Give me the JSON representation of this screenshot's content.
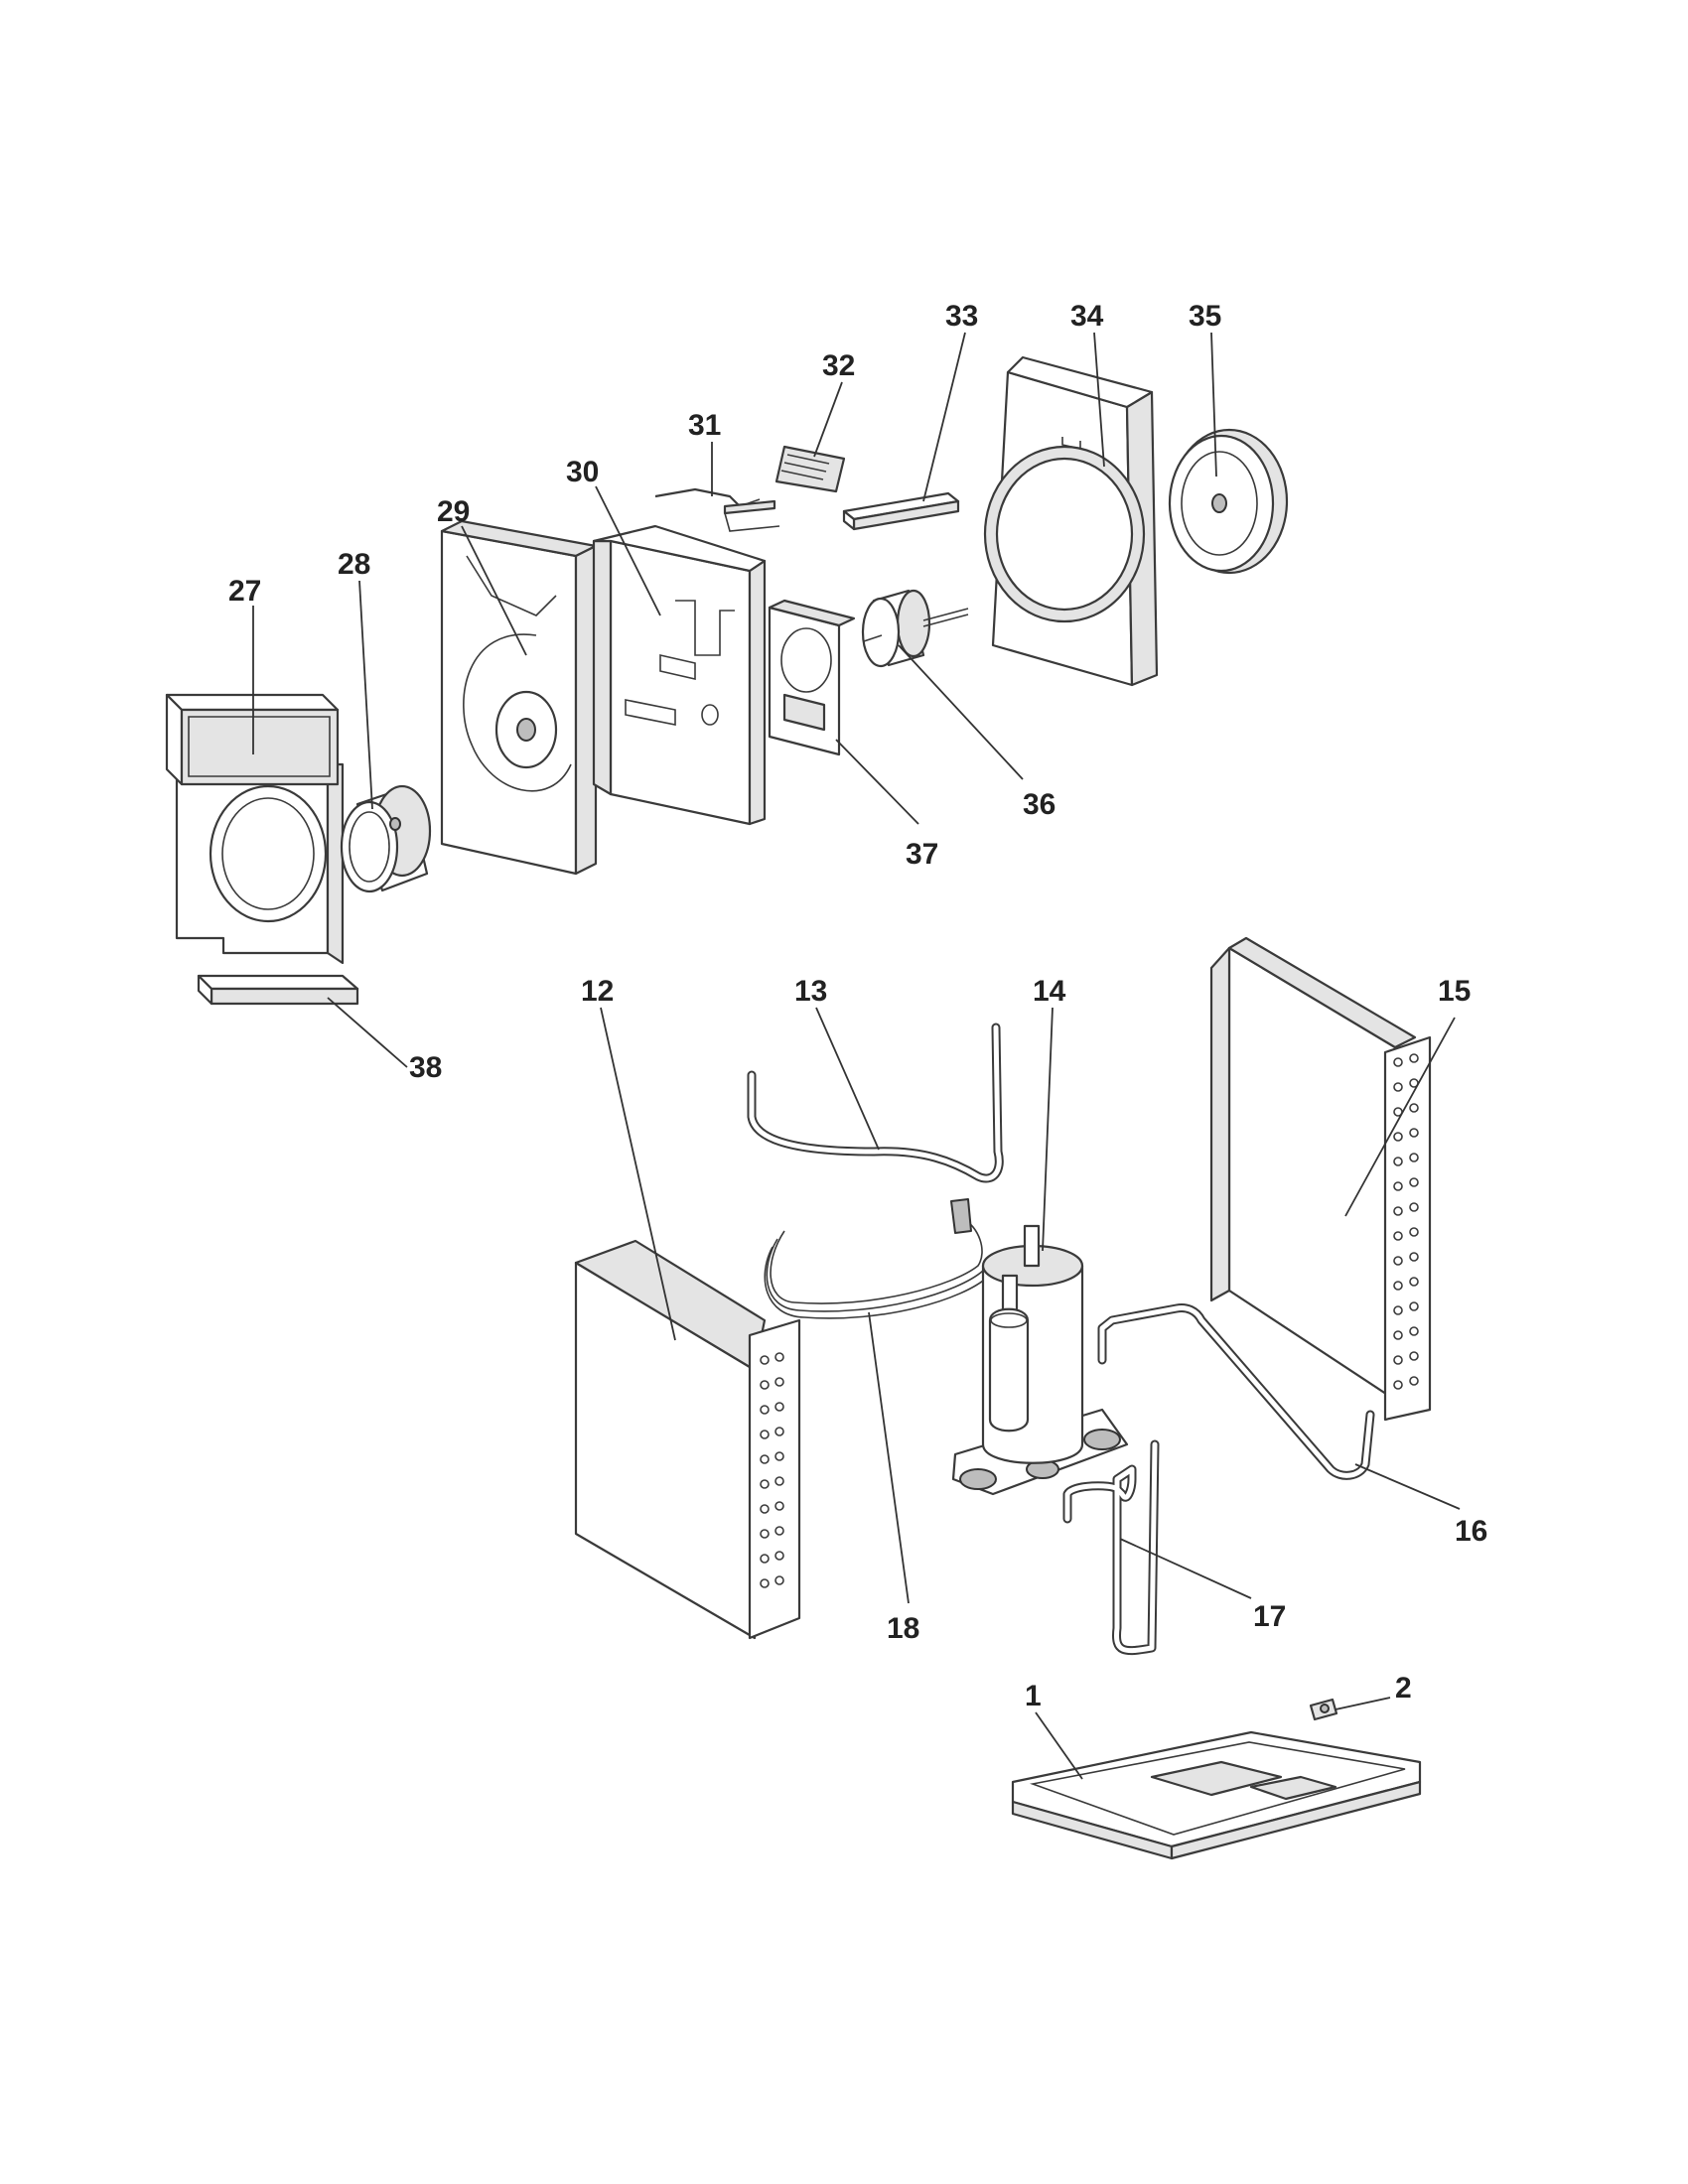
{
  "diagram": {
    "callouts": [
      {
        "id": "c1",
        "label": "1"
      },
      {
        "id": "c2",
        "label": "2"
      },
      {
        "id": "c12",
        "label": "12"
      },
      {
        "id": "c13",
        "label": "13"
      },
      {
        "id": "c14",
        "label": "14"
      },
      {
        "id": "c15",
        "label": "15"
      },
      {
        "id": "c16",
        "label": "16"
      },
      {
        "id": "c17",
        "label": "17"
      },
      {
        "id": "c18",
        "label": "18"
      },
      {
        "id": "c27",
        "label": "27"
      },
      {
        "id": "c28",
        "label": "28"
      },
      {
        "id": "c29",
        "label": "29"
      },
      {
        "id": "c30",
        "label": "30"
      },
      {
        "id": "c31",
        "label": "31"
      },
      {
        "id": "c32",
        "label": "32"
      },
      {
        "id": "c33",
        "label": "33"
      },
      {
        "id": "c34",
        "label": "34"
      },
      {
        "id": "c35",
        "label": "35"
      },
      {
        "id": "c36",
        "label": "36"
      },
      {
        "id": "c37",
        "label": "37"
      },
      {
        "id": "c38",
        "label": "38"
      }
    ]
  }
}
